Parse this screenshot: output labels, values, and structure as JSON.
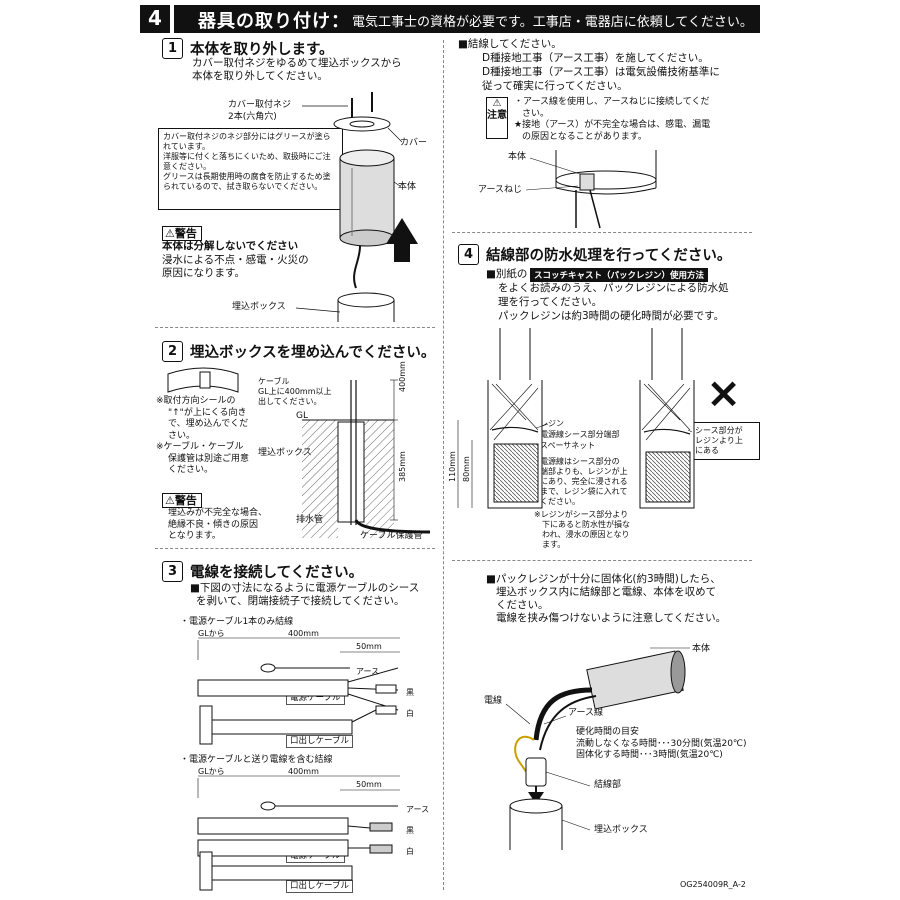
{
  "header": {
    "number": "4",
    "title": "器具の取り付け：",
    "note": "電気工事士の資格が必要です。工事店・電器店に依頼してください。"
  },
  "step1": {
    "number": "1",
    "title": "本体を取り外します。",
    "body": [
      "カバー取付ネジをゆるめて埋込ボックスから",
      "本体を取り外してください。"
    ],
    "label_screw": "カバー取付ネジ",
    "label_screw2": "2本(六角穴)",
    "label_cover": "カバー",
    "label_body": "本体",
    "label_box": "埋込ボックス",
    "note": [
      "カバー取付ネジのネジ部分にはグリースが塗ら",
      "れています。",
      "洋服等に付くと落ちにくいため、取扱時にご注",
      "意ください。",
      "グリースは長期使用時の腐食を防止するため塗",
      "られているので、拭き取らないでください。"
    ],
    "warning_label": "警告",
    "warning_title": "本体は分解しないでください",
    "warning_body": [
      "浸水による不点・感電・火災の",
      "原因になります。"
    ]
  },
  "step2": {
    "number": "2",
    "title": "埋込ボックスを埋め込んでください。",
    "notes": [
      "※取付方向シールの",
      "\"↑\"が上にくる向き",
      "で、埋め込んでくだ",
      "さい。",
      "※ケーブル・ケーブル",
      "保護管は別途ご用意",
      "ください。"
    ],
    "label_cable": [
      "ケーブル",
      "GL上に400mm以上",
      "出してください。"
    ],
    "label_gl": "GL",
    "label_box": "埋込ボックス",
    "label_drain": "排水管",
    "label_pipe": "ケーブル保護管",
    "dim1": "400mm",
    "dim2": "385mm",
    "warning_label": "警告",
    "warning_body": [
      "埋込みが不完全な場合、",
      "絶縁不良・傾きの原因",
      "となります。"
    ]
  },
  "step3": {
    "number": "3",
    "title": "電線を接続してください。",
    "body": [
      "■下図の寸法になるように電源ケーブルのシース",
      "を剥いて、閉端接続子で接続してください。"
    ],
    "case1_title": "・電源ケーブル1本のみ結線",
    "case2_title": "・電源ケーブルと送り電線を含む結線",
    "gl_from": "GLから",
    "dim_400": "400mm",
    "dim_50": "50mm",
    "earth": "アース",
    "black": "黒",
    "white": "白",
    "power_cable": "電源ケーブル",
    "out_cable": "口出しケーブル"
  },
  "right_top": {
    "intro": "■結線してください。",
    "body": [
      "D種接地工事（アース工事）を施してください。",
      "D種接地工事（アース工事）は電気設備技術基準に",
      "従って確実に行ってください。"
    ],
    "caution_label": "注意",
    "caution": [
      "・アース線を使用し、アースねじに接続してくだ",
      "さい。",
      "★接地（アース）が不完全な場合は、感電、漏電",
      "の原因となることがあります。"
    ],
    "label_body": "本体",
    "label_screw": "アースねじ"
  },
  "step4": {
    "number": "4",
    "title": "結線部の防水処理を行ってください。",
    "body_prefix": "■別紙の",
    "tag": "スコッチキャスト（パックレジン）使用方法",
    "body": [
      "をよくお読みのうえ、パックレジンによる防水処",
      "理を行ってください。",
      "パックレジンは約3時間の硬化時間が必要です。"
    ],
    "label_resin": "レジン",
    "label_sheath": "電源線シース部分端部",
    "label_spacer": "スペーサネット",
    "dim_110": "110mm",
    "dim_80": "80mm",
    "explain": [
      "電源線はシース部分の",
      "端部よりも、レジンが上",
      "にあり、完全に浸される",
      "まで、レジン袋に入れて",
      "ください。"
    ],
    "explain_note": [
      "※レジンがシース部分より",
      "下にあると防水性が損な",
      "われ、浸水の原因となり",
      "ます。"
    ],
    "ng_mark": "×",
    "ng_note": [
      "シース部分が",
      "レジンより上",
      "にある"
    ]
  },
  "right_bottom": {
    "body": [
      "■パックレジンが十分に固体化(約3時間)したら、",
      "埋込ボックス内に結線部と電線、本体を収めて",
      "ください。",
      "電線を挟み傷つけないように注意してください。"
    ],
    "label_body": "本体",
    "label_wire": "電線",
    "label_earth": "アース線",
    "cure_title": "硬化時間の目安",
    "cure1": "流動しなくなる時間･･･30分間(気温20℃)",
    "cure2": "固体化する時間･･･3時間(気温20℃)",
    "label_joint": "結線部",
    "label_box": "埋込ボックス",
    "doc_code": "OG254009R_A-2"
  }
}
